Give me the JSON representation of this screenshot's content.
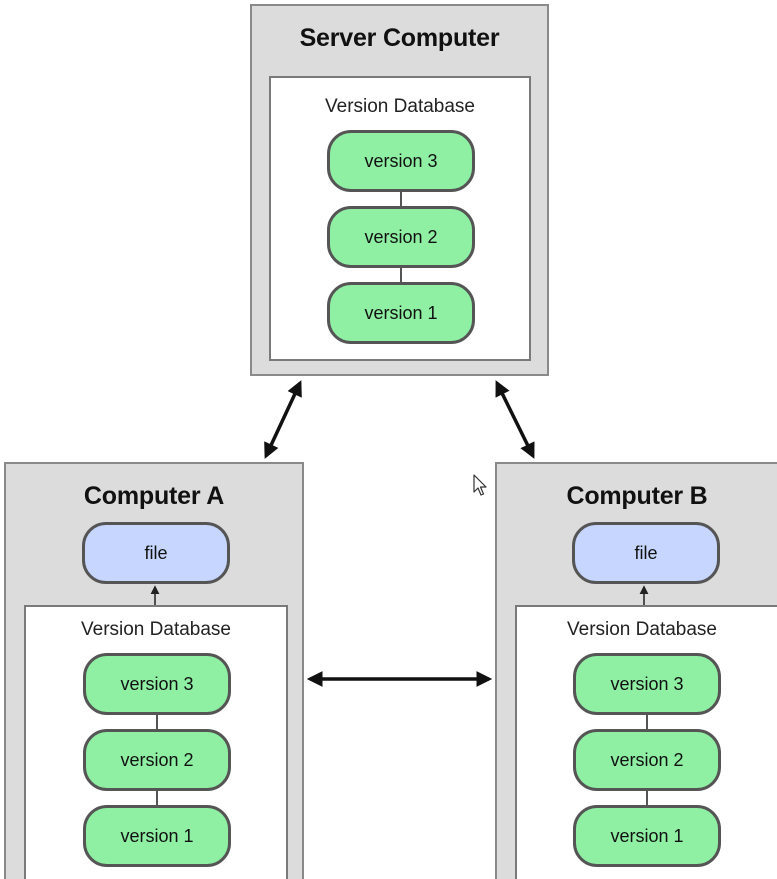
{
  "server": {
    "title": "Server Computer",
    "database_label": "Version Database",
    "versions": [
      "version 3",
      "version 2",
      "version 1"
    ]
  },
  "computer_a": {
    "title": "Computer A",
    "file_label": "file",
    "database_label": "Version Database",
    "versions": [
      "version 3",
      "version 2",
      "version 1"
    ]
  },
  "computer_b": {
    "title": "Computer B",
    "file_label": "file",
    "database_label": "Version Database",
    "versions": [
      "version 3",
      "version 2",
      "version 1"
    ]
  },
  "colors": {
    "version_fill": "#8ff0a4",
    "file_fill": "#c6d6ff",
    "computer_fill": "#dcdcdc"
  }
}
